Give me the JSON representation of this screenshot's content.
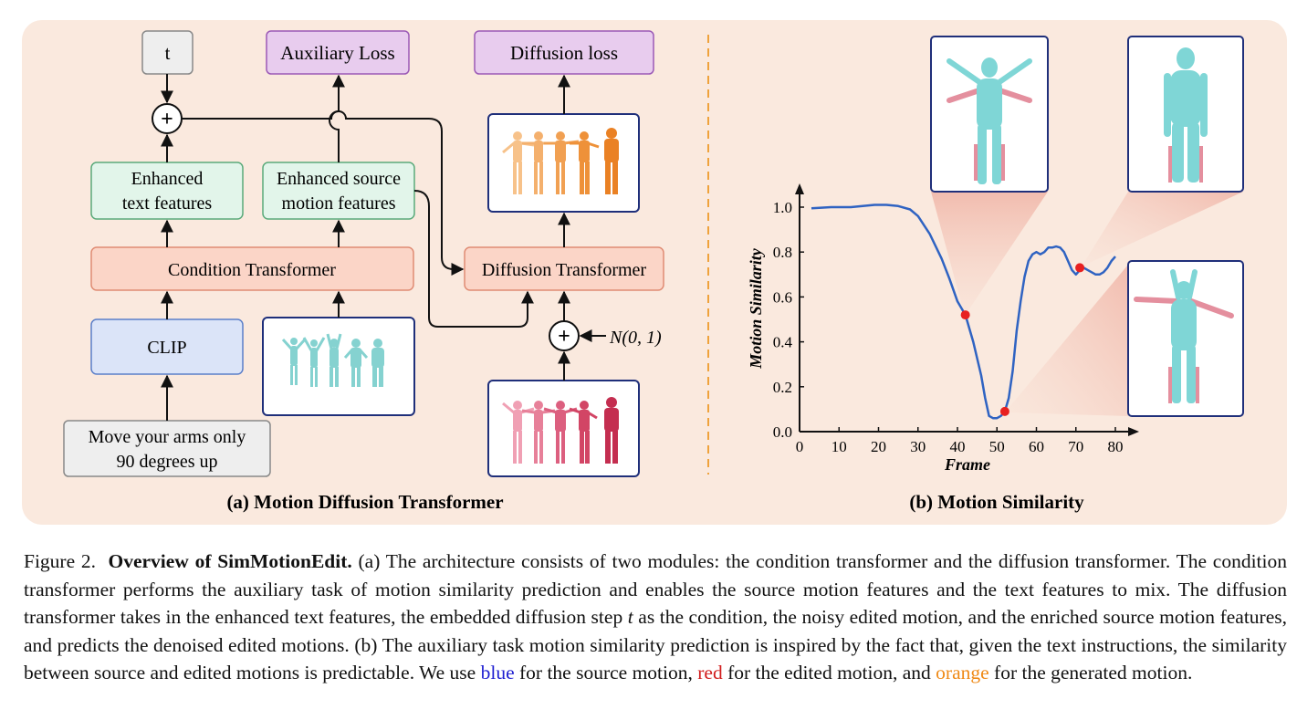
{
  "panel_a": {
    "t_label": "t",
    "auxiliary_loss": "Auxiliary Loss",
    "diffusion_loss": "Diffusion loss",
    "enhanced_text_1": "Enhanced",
    "enhanced_text_2": "text features",
    "enhanced_source_1": "Enhanced source",
    "enhanced_source_2": "motion features",
    "condition_transformer": "Condition Transformer",
    "diffusion_transformer": "Diffusion Transformer",
    "clip": "CLIP",
    "prompt_line1": "Move your arms only",
    "prompt_line2": "90 degrees up",
    "noise_label": "N(0, 1)",
    "plus_symbol": "+",
    "caption": "(a) Motion Diffusion Transformer"
  },
  "panel_b": {
    "caption": "(b) Motion Similarity"
  },
  "chart_data": {
    "type": "line",
    "xlabel": "Frame",
    "ylabel": "Motion Similarity",
    "xlim": [
      0,
      80
    ],
    "ylim": [
      0.0,
      1.0
    ],
    "xticks": [
      "0",
      "10",
      "20",
      "30",
      "40",
      "50",
      "60",
      "70",
      "80"
    ],
    "yticks": [
      "0.0",
      "0.2",
      "0.4",
      "0.6",
      "0.8",
      "1.0"
    ],
    "series": [
      {
        "color": "#2f63c2",
        "x": [
          3,
          8,
          13,
          16,
          19,
          22,
          25,
          28,
          30,
          33,
          36,
          38,
          40,
          42,
          44,
          46,
          47,
          48,
          49,
          50,
          51,
          52,
          53,
          54,
          55,
          56,
          57,
          58,
          59,
          60,
          61,
          62,
          63,
          64,
          65,
          66,
          67,
          68,
          69,
          70,
          71,
          72,
          73,
          74,
          75,
          76,
          77,
          78,
          79,
          80
        ],
        "y": [
          0.995,
          1.0,
          1.0,
          1.005,
          1.01,
          1.01,
          1.005,
          0.99,
          0.96,
          0.88,
          0.77,
          0.68,
          0.58,
          0.52,
          0.4,
          0.25,
          0.15,
          0.07,
          0.06,
          0.06,
          0.07,
          0.09,
          0.15,
          0.27,
          0.45,
          0.58,
          0.69,
          0.76,
          0.79,
          0.8,
          0.79,
          0.8,
          0.82,
          0.82,
          0.825,
          0.82,
          0.8,
          0.76,
          0.72,
          0.7,
          0.72,
          0.73,
          0.72,
          0.71,
          0.7,
          0.7,
          0.71,
          0.73,
          0.76,
          0.78
        ]
      }
    ],
    "highlight_points": [
      {
        "x": 42,
        "y": 0.52
      },
      {
        "x": 52,
        "y": 0.09
      },
      {
        "x": 71,
        "y": 0.73
      }
    ]
  },
  "caption": {
    "fig_num": "Figure 2.",
    "title": "Overview of SimMotionEdit.",
    "text1": " (a) The architecture consists of two modules: the condition transformer and the diffusion transformer. The condition transformer performs the auxiliary task of motion similarity prediction and enables the source motion features and the text features to mix. The diffusion transformer takes in the enhanced text features, the embedded diffusion step ",
    "t_var": "t",
    "text2": " as the condition, the noisy edited motion, and the enriched source motion features, and predicts the denoised edited motions. (b) The auxiliary task motion similarity prediction is inspired by the fact that, given the text instructions, the similarity between source and edited motions is predictable. We use ",
    "blue_word": "blue",
    "text3": " for the source motion, ",
    "red_word": "red",
    "text4": " for the edited motion, and ",
    "orange_word": "orange",
    "text5": " for the generated motion."
  },
  "colors": {
    "panel_bg": "#fae9de",
    "grey_box": "#eeeeee",
    "purple_box": "#e8ccee",
    "green_box": "#e2f5ea",
    "salmon_box": "#fbd5c7",
    "clip_box": "#dbe4f8",
    "source_motion": "#1f1fd1",
    "edited_motion": "#d11d1d",
    "generated_motion": "#ef8a17"
  }
}
